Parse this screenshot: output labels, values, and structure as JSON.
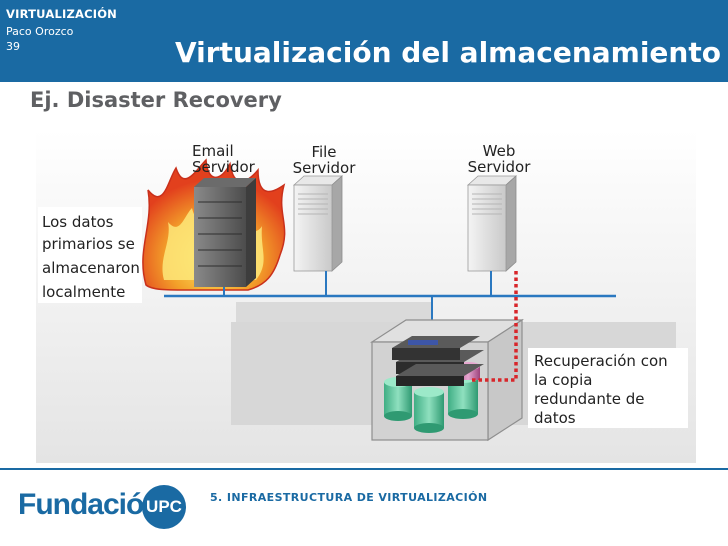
{
  "header": {
    "course": "VIRTUALIZACIÓN",
    "author": "Paco Orozco",
    "slide_number": "39",
    "title": "Virtualización del almacenamiento"
  },
  "subtitle": "Ej. Disaster Recovery",
  "diagram": {
    "servers": [
      {
        "line1": "Email",
        "line2": "Servidor",
        "state": "on-fire"
      },
      {
        "line1": "File",
        "line2": "Servidor",
        "state": "normal"
      },
      {
        "line1": "Web",
        "line2": "Servidor",
        "state": "normal"
      }
    ],
    "left_note": [
      "Los datos",
      "primarios se",
      "almacenaron",
      "localmente"
    ],
    "right_note": [
      "Recuperación con",
      "la copia",
      "redundante de",
      "datos"
    ]
  },
  "footer": {
    "logo_text": "Fundació",
    "logo_badge": "UPC",
    "section": "5. INFRAESTRUCTURA DE VIRTUALIZACIÓN"
  },
  "colors": {
    "brand_blue": "#1a6aa3",
    "network_line": "#2a78c0",
    "recovery_link": "#d8262a"
  }
}
